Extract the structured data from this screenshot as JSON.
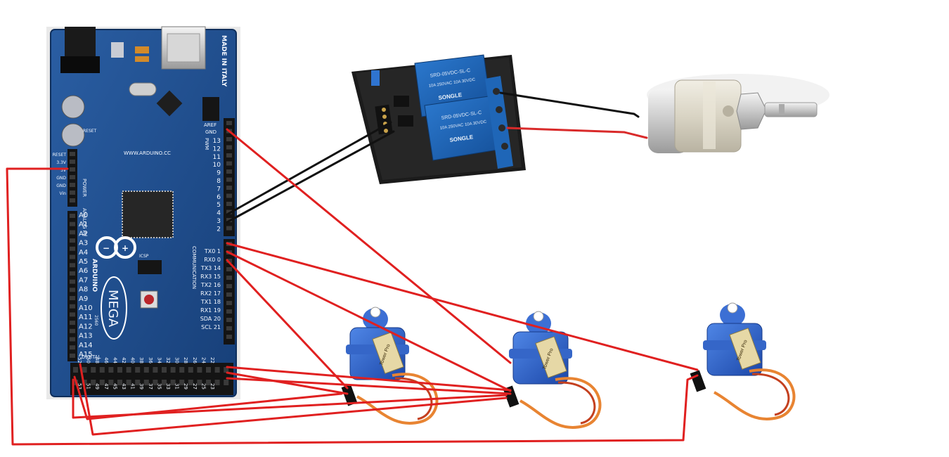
{
  "board": {
    "name": "ARDUINO",
    "model": "MEGA",
    "sub_model": "2560",
    "made_in": "MADE IN ITALY",
    "website": "WWW.ARDUINO.CC",
    "labels": {
      "reset": "RESET",
      "power": "POWER",
      "analog_in": "ANALOG IN",
      "communication": "COMMUNICATION",
      "digital": "DIGITAL",
      "pwm": "PWM",
      "icsp": "ICSP",
      "aref": "AREF",
      "gnd": "GND"
    },
    "power_pins": [
      "RESET",
      "3.3V",
      "5V",
      "GND",
      "GND",
      "Vin"
    ],
    "analog_pins": [
      "A0",
      "A1",
      "A2",
      "A3",
      "A4",
      "A5",
      "A6",
      "A7",
      "A8",
      "A9",
      "A10",
      "A11",
      "A12",
      "A13",
      "A14",
      "A15"
    ],
    "pwm_pins": [
      "13",
      "12",
      "11",
      "10",
      "9",
      "8",
      "7",
      "6",
      "5",
      "4",
      "3",
      "2"
    ],
    "comm_pins": [
      "TX0 1",
      "RX0 0",
      "TX3 14",
      "RX3 15",
      "TX2 16",
      "RX2 17",
      "TX1 18",
      "RX1 19",
      "SDA 20",
      "SCL 21"
    ],
    "digital_row_top": [
      "22",
      "24",
      "26",
      "28",
      "30",
      "32",
      "34",
      "36",
      "38",
      "40",
      "42",
      "44",
      "46",
      "48",
      "50",
      "52"
    ],
    "digital_row_bottom": [
      "23",
      "25",
      "27",
      "29",
      "31",
      "33",
      "35",
      "37",
      "39",
      "41",
      "43",
      "45",
      "47",
      "49",
      "51",
      "53"
    ]
  },
  "relay": {
    "brand": "SONGLE",
    "rating": "SRD-05VDC-SL-C",
    "rating_detail": "10A 250VAC 10A 30VDC"
  },
  "servos": [
    {
      "brand": "Tower Pro"
    },
    {
      "brand": "Tower Pro"
    },
    {
      "brand": "Tower Pro"
    }
  ],
  "colors": {
    "wire_power": "#e02020",
    "wire_signal": "#111111",
    "board": "#1f4e8c",
    "servo": "#2d63c9",
    "relay_module": "#1b5fa8"
  }
}
